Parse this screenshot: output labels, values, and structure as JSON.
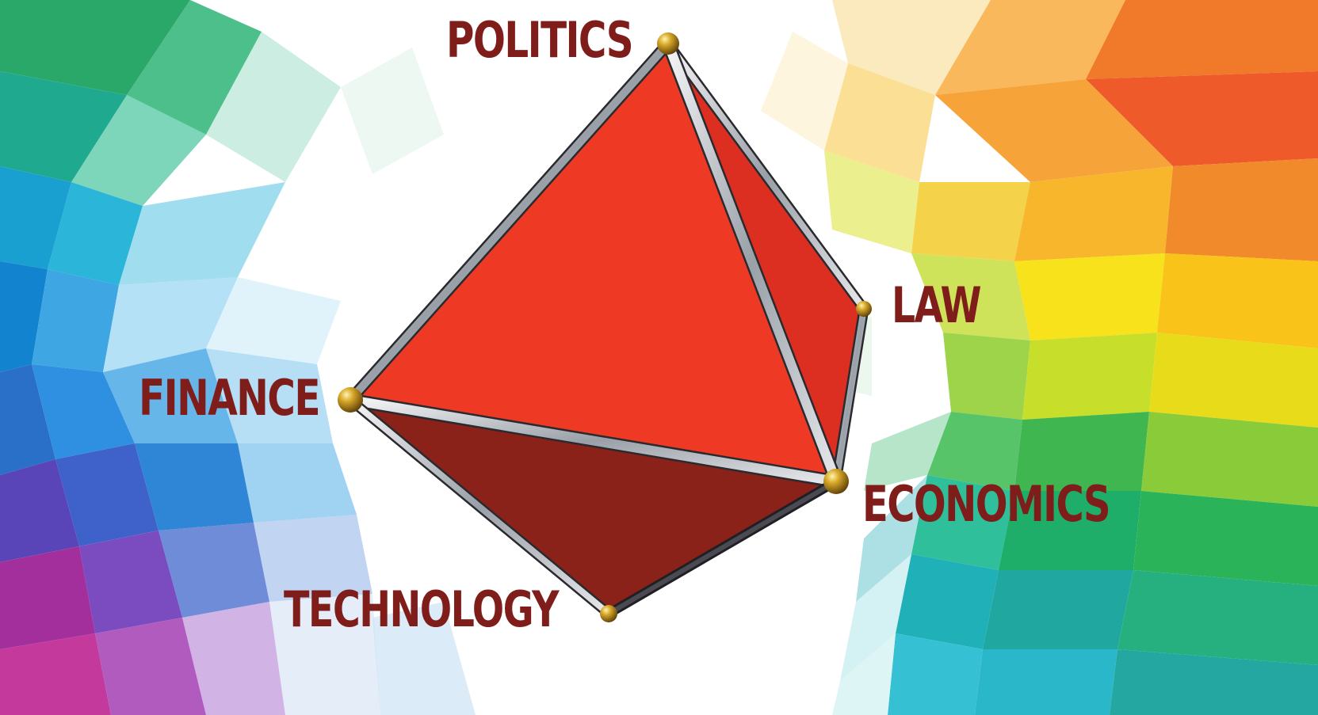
{
  "diagram": {
    "vertices": {
      "politics": {
        "label": "POLITICS"
      },
      "law": {
        "label": "LAW"
      },
      "finance": {
        "label": "FINANCE"
      },
      "economics": {
        "label": "ECONOMICS"
      },
      "technology": {
        "label": "TECHNOLOGY"
      }
    },
    "colors": {
      "face_front": "#ee3a24",
      "face_side": "#dc2f21",
      "face_bottom": "#8a2219",
      "label": "#7f1d1a",
      "node": "#d4a62a",
      "strut": "#c8ccd2"
    }
  }
}
